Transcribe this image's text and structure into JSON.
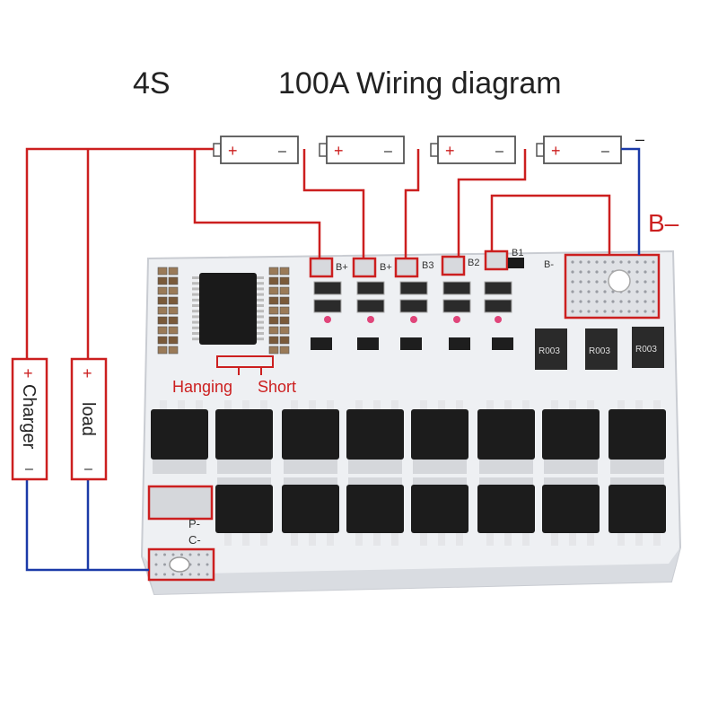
{
  "header": {
    "cells_label": "4S",
    "title": "100A Wiring diagram"
  },
  "battery": {
    "cells": [
      {
        "plus": "+",
        "minus": "–"
      },
      {
        "plus": "+",
        "minus": "–"
      },
      {
        "plus": "+",
        "minus": "–"
      },
      {
        "plus": "+",
        "minus": "–"
      }
    ],
    "end_minus": "–",
    "b_minus_label": "B–"
  },
  "board": {
    "pads": [
      "B+",
      "B+",
      "B3",
      "B2",
      "B1",
      "B-"
    ],
    "resistors": [
      "R003",
      "R003",
      "R003"
    ],
    "p_minus": "P-",
    "c_minus": "C-"
  },
  "callout": {
    "hanging": "Hanging",
    "short": "Short"
  },
  "charger": {
    "plus": "+",
    "label": "Charger",
    "minus": "–"
  },
  "load": {
    "plus": "+",
    "label": "load",
    "minus": "–"
  },
  "colors": {
    "positive_wire": "#cc1f1f",
    "negative_wire": "#1b3aa8",
    "board": "#f4f5f7",
    "mosfet": "#1c1c1c"
  }
}
